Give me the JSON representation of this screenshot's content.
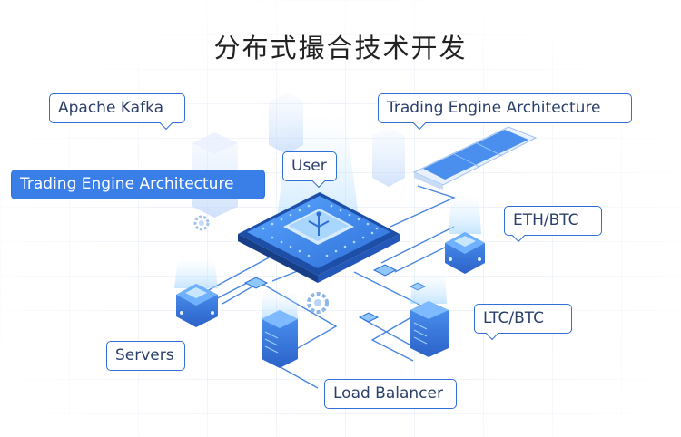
{
  "title": "分布式撮合技术开发",
  "labels": {
    "kafka": "Apache Kafka",
    "engine_top": "Trading Engine Architecture",
    "engine_left": "Trading Engine Architecture",
    "user": "User",
    "eth": "ETH/BTC",
    "ltc": "LTC/BTC",
    "servers": "Servers",
    "balancer": "Load Balancer"
  },
  "colors": {
    "accent": "#2f6fd6",
    "highlight": "#3a7fe8",
    "chip": "#3b86ee",
    "glow": "#bfe0ff"
  }
}
